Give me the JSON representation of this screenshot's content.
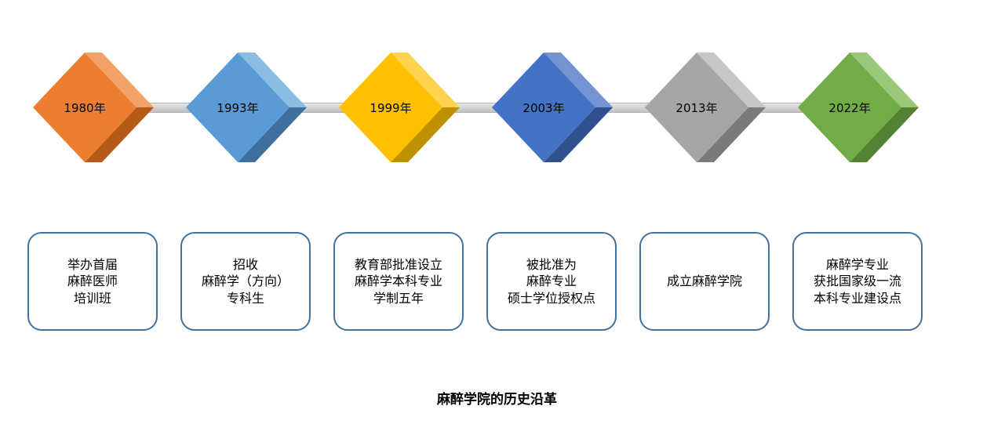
{
  "page_title": "麻醉学院的历史沿革",
  "css_vars": {
    "box-border": "#41719C",
    "connector-light": "#E6E6E6",
    "connector-dark": "#BFBFBF",
    "text-color": "#000000",
    "bg-color": "#FFFFFF"
  },
  "timeline": {
    "items": [
      {
        "year": "1980年",
        "desc": "举办首届\n麻醉医师\n培训班",
        "colors": {
          "main": "#ED7D31",
          "light": "#F2A266",
          "dark": "#B55A17"
        }
      },
      {
        "year": "1993年",
        "desc": "招收\n麻醉学（方向）\n专科生",
        "colors": {
          "main": "#5B9BD5",
          "light": "#8BBDE2",
          "dark": "#3F6F9C"
        }
      },
      {
        "year": "1999年",
        "desc": "教育部批准设立\n麻醉学本科专业\n学制五年",
        "colors": {
          "main": "#FFC000",
          "light": "#FFD34D",
          "dark": "#BF9000"
        }
      },
      {
        "year": "2003年",
        "desc": "被批准为\n麻醉专业\n硕士学位授权点",
        "colors": {
          "main": "#4472C4",
          "light": "#7493D2",
          "dark": "#2F528F"
        }
      },
      {
        "year": "2013年",
        "desc": "成立麻醉学院",
        "colors": {
          "main": "#A5A5A5",
          "light": "#C6C6C6",
          "dark": "#7A7A7A"
        }
      },
      {
        "year": "2022年",
        "desc": "麻醉学专业\n获批国家级一流\n本科专业建设点",
        "colors": {
          "main": "#70AD47",
          "light": "#9AC779",
          "dark": "#548235"
        }
      }
    ]
  }
}
